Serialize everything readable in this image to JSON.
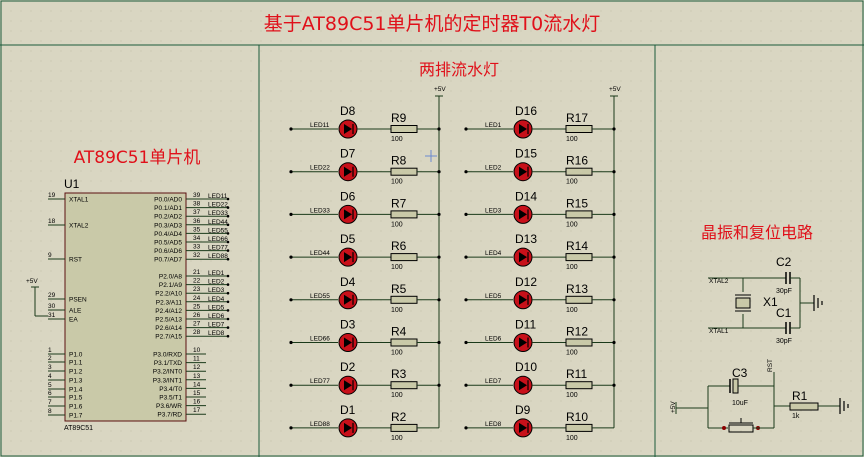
{
  "title": "基于AT89C51单片机的定时器T0流水灯",
  "sections": {
    "mcu_title": "AT89C51单片机",
    "leds_title": "两排流水灯",
    "osc_title": "晶振和复位电路"
  },
  "mcu": {
    "ref": "U1",
    "part": "AT89C51",
    "left_pins": [
      {
        "num": "19",
        "name": "XTAL1"
      },
      {
        "num": "18",
        "name": "XTAL2"
      },
      {
        "num": "9",
        "name": "RST"
      },
      {
        "num": "29",
        "name": "PSEN"
      },
      {
        "num": "30",
        "name": "ALE"
      },
      {
        "num": "31",
        "name": "EA"
      },
      {
        "num": "1",
        "name": "P1.0"
      },
      {
        "num": "2",
        "name": "P1.1"
      },
      {
        "num": "3",
        "name": "P1.2"
      },
      {
        "num": "4",
        "name": "P1.3"
      },
      {
        "num": "5",
        "name": "P1.4"
      },
      {
        "num": "6",
        "name": "P1.5"
      },
      {
        "num": "7",
        "name": "P1.6"
      },
      {
        "num": "8",
        "name": "P1.7"
      }
    ],
    "right_p0": [
      {
        "num": "39",
        "name": "P0.0/AD0",
        "net": "LED11"
      },
      {
        "num": "38",
        "name": "P0.1/AD1",
        "net": "LED22"
      },
      {
        "num": "37",
        "name": "P0.2/AD2",
        "net": "LED33"
      },
      {
        "num": "36",
        "name": "P0.3/AD3",
        "net": "LED44"
      },
      {
        "num": "35",
        "name": "P0.4/AD4",
        "net": "LED55"
      },
      {
        "num": "34",
        "name": "P0.5/AD5",
        "net": "LED66"
      },
      {
        "num": "33",
        "name": "P0.6/AD6",
        "net": "LED77"
      },
      {
        "num": "32",
        "name": "P0.7/AD7",
        "net": "LED88"
      }
    ],
    "right_p2": [
      {
        "num": "21",
        "name": "P2.0/A8",
        "net": "LED1"
      },
      {
        "num": "22",
        "name": "P2.1/A9",
        "net": "LED2"
      },
      {
        "num": "23",
        "name": "P2.2/A10",
        "net": "LED3"
      },
      {
        "num": "24",
        "name": "P2.3/A11",
        "net": "LED4"
      },
      {
        "num": "25",
        "name": "P2.4/A12",
        "net": "LED5"
      },
      {
        "num": "26",
        "name": "P2.5/A13",
        "net": "LED6"
      },
      {
        "num": "27",
        "name": "P2.6/A14",
        "net": "LED7"
      },
      {
        "num": "28",
        "name": "P2.7/A15",
        "net": "LED8"
      }
    ],
    "right_p3": [
      {
        "num": "10",
        "name": "P3.0/RXD"
      },
      {
        "num": "11",
        "name": "P3.1/TXD"
      },
      {
        "num": "12",
        "name": "P3.2/INT0"
      },
      {
        "num": "13",
        "name": "P3.3/INT1"
      },
      {
        "num": "14",
        "name": "P3.4/T0"
      },
      {
        "num": "15",
        "name": "P3.5/T1"
      },
      {
        "num": "16",
        "name": "P3.6/WR"
      },
      {
        "num": "17",
        "name": "P3.7/RD"
      }
    ],
    "supply": "+5V"
  },
  "left_column": {
    "supply": "+5V",
    "rows": [
      {
        "net": "LED11",
        "led": "D8",
        "res": "R9",
        "val": "100"
      },
      {
        "net": "LED22",
        "led": "D7",
        "res": "R8",
        "val": "100"
      },
      {
        "net": "LED33",
        "led": "D6",
        "res": "R7",
        "val": "100"
      },
      {
        "net": "LED44",
        "led": "D5",
        "res": "R6",
        "val": "100"
      },
      {
        "net": "LED55",
        "led": "D4",
        "res": "R5",
        "val": "100"
      },
      {
        "net": "LED66",
        "led": "D3",
        "res": "R4",
        "val": "100"
      },
      {
        "net": "LED77",
        "led": "D2",
        "res": "R3",
        "val": "100"
      },
      {
        "net": "LED88",
        "led": "D1",
        "res": "R2",
        "val": "100"
      }
    ]
  },
  "right_column": {
    "supply": "+5V",
    "rows": [
      {
        "net": "LED1",
        "led": "D16",
        "res": "R17",
        "val": "100"
      },
      {
        "net": "LED2",
        "led": "D15",
        "res": "R16",
        "val": "100"
      },
      {
        "net": "LED3",
        "led": "D14",
        "res": "R15",
        "val": "100"
      },
      {
        "net": "LED4",
        "led": "D13",
        "res": "R14",
        "val": "100"
      },
      {
        "net": "LED5",
        "led": "D12",
        "res": "R13",
        "val": "100"
      },
      {
        "net": "LED6",
        "led": "D11",
        "res": "R12",
        "val": "100"
      },
      {
        "net": "LED7",
        "led": "D10",
        "res": "R11",
        "val": "100"
      },
      {
        "net": "LED8",
        "led": "D9",
        "res": "R10",
        "val": "100"
      }
    ]
  },
  "oscillator": {
    "xtal2_net": "XTAL2",
    "xtal1_net": "XTAL1",
    "c2": {
      "ref": "C2",
      "val": "30pF"
    },
    "c1": {
      "ref": "C1",
      "val": "30pF"
    },
    "x1": {
      "ref": "X1"
    }
  },
  "reset": {
    "supply": "+5V",
    "c3": {
      "ref": "C3",
      "val": "10uF"
    },
    "r1": {
      "ref": "R1",
      "val": "1k"
    },
    "rst_net": "RST"
  },
  "colors": {
    "background": "#d9d6c2",
    "title": "#e0101a",
    "led_fill": "#c8101a",
    "body_fill": "#c9c9a8",
    "wire": "#1a3a1a"
  }
}
